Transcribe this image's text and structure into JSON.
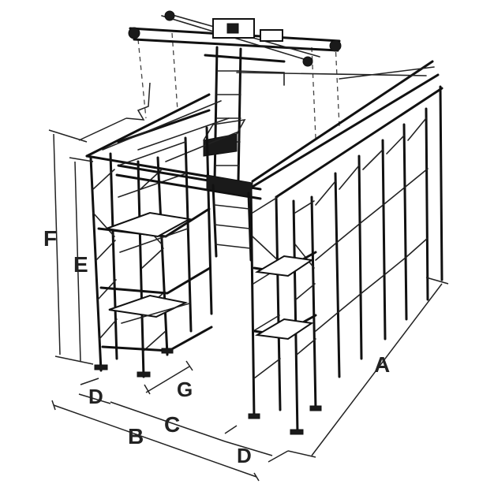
{
  "labels": {
    "a": "A",
    "b": "B",
    "c": "C",
    "d_left": "D",
    "d_bottom": "D",
    "e": "E",
    "f": "F",
    "g": "G"
  },
  "colors": {
    "line": "#111111",
    "label": "#222222",
    "background": "#ffffff"
  }
}
